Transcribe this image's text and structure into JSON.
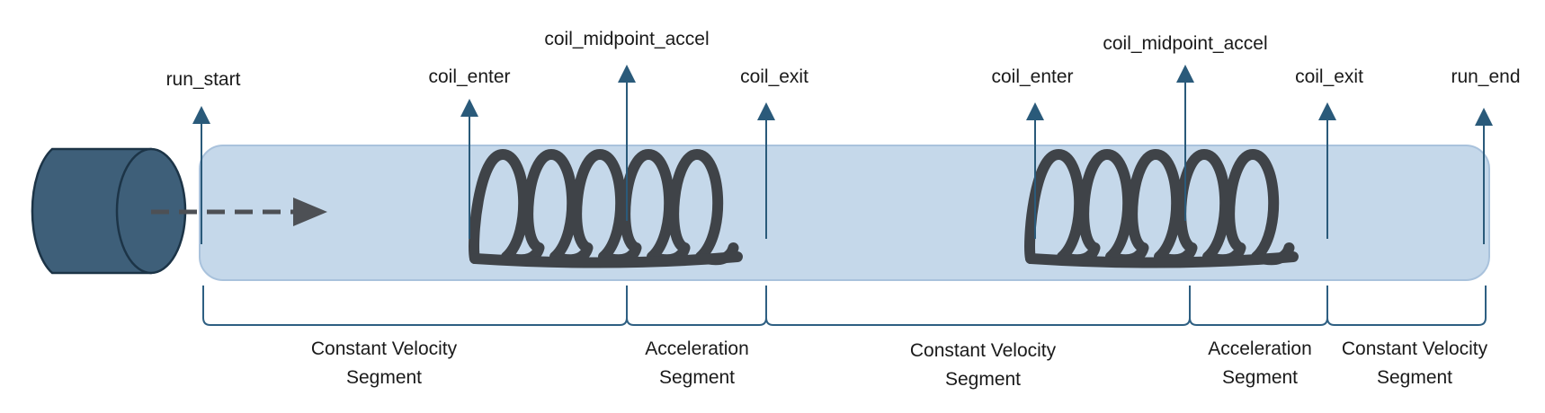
{
  "colors": {
    "tube_fill": "#c5d8ea",
    "tube_stroke": "#a9c2dc",
    "marker": "#2a5a7a",
    "cylinder_fill": "#3e5f79",
    "cylinder_stroke": "#1c3447",
    "coil": "#3f4348",
    "dashed_arrow": "#4d5055",
    "brace": "#2e5f82"
  },
  "icons": {
    "projectile": "cylinder-icon",
    "direction": "dashed-arrow-icon",
    "coil": "coil-icon"
  },
  "markers": [
    {
      "label": "run_start"
    },
    {
      "label": "coil_enter"
    },
    {
      "label": "coil_midpoint_accel"
    },
    {
      "label": "coil_exit"
    },
    {
      "label": "coil_enter"
    },
    {
      "label": "coil_midpoint_accel"
    },
    {
      "label": "coil_exit"
    },
    {
      "label": "run_end"
    }
  ],
  "segments": [
    {
      "line1": "Constant Velocity",
      "line2": "Segment"
    },
    {
      "line1": "Acceleration",
      "line2": "Segment"
    },
    {
      "line1": "Constant Velocity",
      "line2": "Segment"
    },
    {
      "line1": "Acceleration",
      "line2": "Segment"
    },
    {
      "line1": "Constant Velocity",
      "line2": "Segment"
    }
  ]
}
